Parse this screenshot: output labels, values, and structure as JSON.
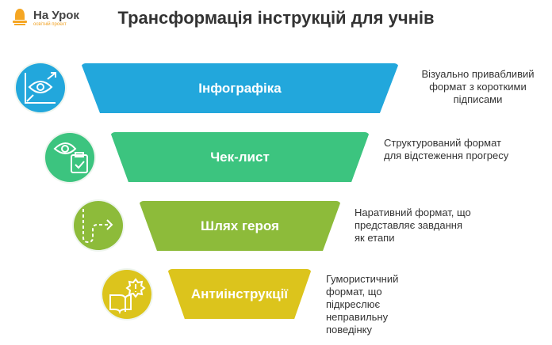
{
  "logo": {
    "name": "На Урок",
    "subtitle": "освітній проєкт"
  },
  "title": "Трансформація інструкцій для учнів",
  "steps": [
    {
      "label": "Інфографіка",
      "icon": "eye-chart-icon",
      "color": "#22a7dc",
      "description": "Візуально привабливий формат з короткими підписами"
    },
    {
      "label": "Чек-лист",
      "icon": "eye-clipboard-icon",
      "color": "#3cc47f",
      "description": "Структурований формат для відстеження прогресу"
    },
    {
      "label": "Шлях героя",
      "icon": "path-arrow-icon",
      "color": "#8dbb3a",
      "description": "Наративний формат, що представляє завдання як етапи"
    },
    {
      "label": "Антиінструкції",
      "icon": "book-alert-icon",
      "color": "#dcc41c",
      "description": "Гумористичний формат, що підкреслює неправильну поведінку"
    }
  ]
}
